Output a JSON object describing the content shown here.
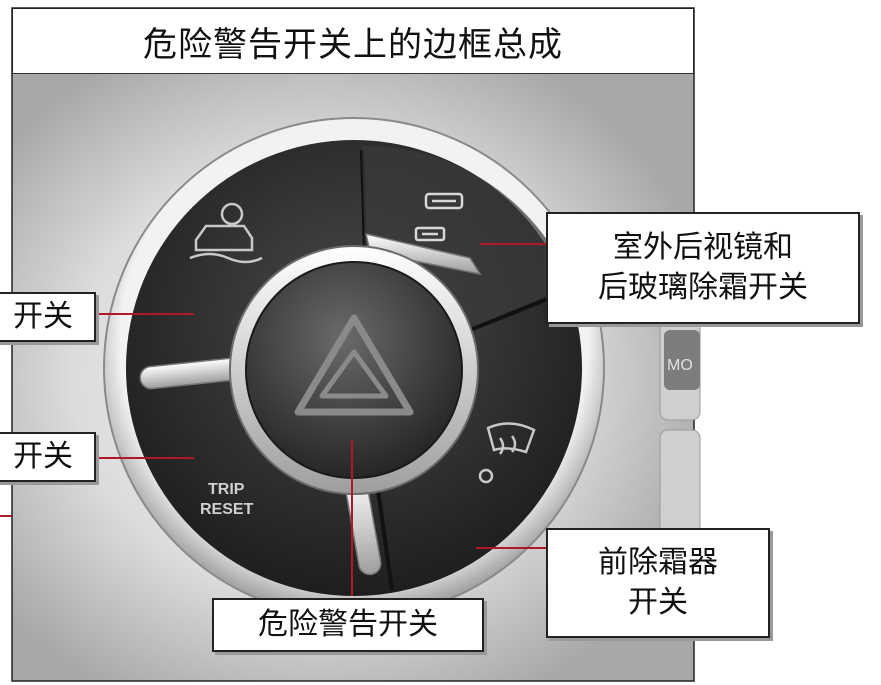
{
  "title": "危险警告开关上的边框总成",
  "labels": {
    "mirror_defrost_line1": "室外后视镜和",
    "mirror_defrost_line2": "后玻璃除霜开关",
    "left_upper_partial": "开关",
    "left_lower_partial": "开关",
    "hazard_switch": "危险警告开关",
    "front_defrost_line1": "前除霜器",
    "front_defrost_line2": "开关"
  },
  "button_text": {
    "trip": "TRIP",
    "reset": "RESET",
    "side_button": "MO"
  },
  "icons": [
    "car-traction-icon",
    "rear-defrost-icon",
    "hazard-triangle-icon",
    "windshield-defrost-icon"
  ],
  "colors": {
    "leader_line": "#b01828",
    "bezel_dark": "#2b2b2b",
    "bezel_rim": "#d8d8d8"
  }
}
